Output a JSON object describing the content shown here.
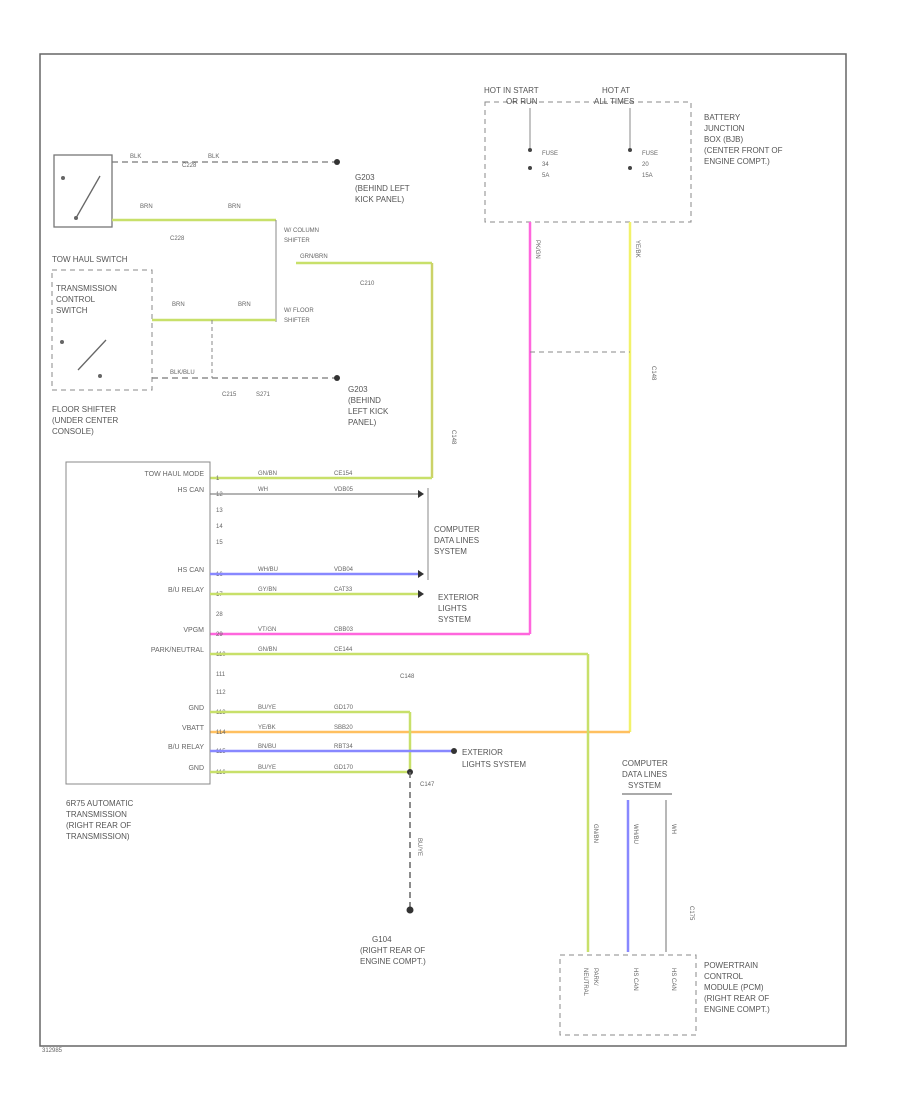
{
  "connectors": {
    "c228": "C228",
    "c210": "C210",
    "c215": "C215",
    "s271": "S271",
    "c148_a": "C148",
    "c148_b": "C148",
    "c148_c": "C148",
    "c147": "C147",
    "c175": "C175"
  },
  "switches": {
    "tow_haul": "TOW HAUL SWITCH",
    "tcs_line1": "TRANSMISSION",
    "tcs_line2": "CONTROL",
    "tcs_line3": "SWITCH",
    "floor_line1": "FLOOR SHIFTER",
    "floor_line2": "(UNDER CENTER",
    "floor_line3": "CONSOLE)",
    "column_line1": "W/ COLUMN",
    "column_line2": "SHIFTER",
    "floorsh_line1": "W/ FLOOR",
    "floorsh_line2": "SHIFTER"
  },
  "grounds": {
    "g203_top_l1": "G203",
    "g203_top_l2": "(BEHIND LEFT",
    "g203_top_l3": "KICK PANEL)",
    "g203_mid_l1": "G203",
    "g203_mid_l2": "(BEHIND",
    "g203_mid_l3": "LEFT KICK",
    "g203_mid_l4": "PANEL)",
    "g104_l1": "G104",
    "g104_l2": "(RIGHT REAR OF",
    "g104_l3": "ENGINE COMPT.)"
  },
  "wire_codes": {
    "blk_a": "BLK",
    "blk_b": "BLK",
    "brn_a": "BRN",
    "brn_b": "BRN",
    "grn_brn": "GRN/BRN",
    "blk_blu": "BLK/BLU"
  },
  "fuse_box": {
    "hot_start_l1": "HOT IN START",
    "hot_start_l2": "OR RUN",
    "hot_all_l1": "HOT AT",
    "hot_all_l2": "ALL TIMES",
    "fuse1_l1": "FUSE",
    "fuse1_l2": "34",
    "fuse1_l3": "5A",
    "fuse2_l1": "FUSE",
    "fuse2_l2": "20",
    "fuse2_l3": "15A",
    "desc_l1": "BATTERY",
    "desc_l2": "JUNCTION",
    "desc_l3": "BOX (BJB)",
    "desc_l4": "(CENTER FRONT OF",
    "desc_l5": "ENGINE COMPT.)",
    "wire_pk_l": "PK/GN",
    "wire_ye_l": "YE/BK"
  },
  "tcm": {
    "pins": [
      {
        "num": "1",
        "label": "TOW HAUL MODE",
        "wire": "GN/BN",
        "circ": "CE154"
      },
      {
        "num": "12",
        "label": "HS CAN",
        "wire": "WH",
        "circ": "VDB05"
      },
      {
        "num": "13",
        "label": "",
        "wire": "",
        "circ": ""
      },
      {
        "num": "14",
        "label": "",
        "wire": "",
        "circ": ""
      },
      {
        "num": "15",
        "label": "",
        "wire": "",
        "circ": ""
      },
      {
        "num": "16",
        "label": "HS CAN",
        "wire": "WH/BU",
        "circ": "VDB04"
      },
      {
        "num": "17",
        "label": "B/U RELAY",
        "wire": "GY/BN",
        "circ": "CAT33"
      },
      {
        "num": "28",
        "label": "",
        "wire": "",
        "circ": ""
      },
      {
        "num": "29",
        "label": "VPGM",
        "wire": "VT/GN",
        "circ": "CBB03"
      },
      {
        "num": "110",
        "label": "PARK/NEUTRAL",
        "wire": "GN/BN",
        "circ": "CE144"
      },
      {
        "num": "111",
        "label": "",
        "wire": "",
        "circ": ""
      },
      {
        "num": "112",
        "label": "",
        "wire": "",
        "circ": ""
      },
      {
        "num": "113",
        "label": "GND",
        "wire": "BU/YE",
        "circ": "GD170"
      },
      {
        "num": "114",
        "label": "VBATT",
        "wire": "YE/BK",
        "circ": "SBB20"
      },
      {
        "num": "115",
        "label": "B/U RELAY",
        "wire": "BN/BU",
        "circ": "RBT34"
      },
      {
        "num": "116",
        "label": "GND",
        "wire": "BU/YE",
        "circ": "GD170"
      }
    ],
    "desc_l1": "6R75 AUTOMATIC",
    "desc_l2": "TRANSMISSION",
    "desc_l3": "(RIGHT REAR OF",
    "desc_l4": "TRANSMISSION)"
  },
  "systems": {
    "cdl_l1": "COMPUTER",
    "cdl_l2": "DATA LINES",
    "cdl_l3": "SYSTEM",
    "ext1_l1": "EXTERIOR",
    "ext1_l2": "LIGHTS",
    "ext1_l3": "SYSTEM",
    "ext2_l1": "EXTERIOR",
    "ext2_l2": "LIGHTS SYSTEM",
    "cdl2_l1": "COMPUTER",
    "cdl2_l2": "DATA LINES",
    "cdl2_l3": "SYSTEM"
  },
  "pcm": {
    "pin1_l1": "PARK/",
    "pin1_l2": "NEUTRAL",
    "pin2": "HS CAN",
    "pin3": "HS CAN",
    "wire1": "GN/BN",
    "wire2": "WH/BU",
    "wire3": "WH",
    "wire_vert_g": "BU/YE",
    "desc_l1": "POWERTRAIN",
    "desc_l2": "CONTROL",
    "desc_l3": "MODULE (PCM)",
    "desc_l4": "(RIGHT REAR OF",
    "desc_l5": "ENGINE COMPT.)"
  },
  "footer": "312985",
  "colors": {
    "pink": "#ff66dd",
    "yellow": "#f2f26a",
    "green": "#c8e06a",
    "blue": "#8888ff",
    "orange": "#ffc060",
    "gray": "#777777"
  }
}
